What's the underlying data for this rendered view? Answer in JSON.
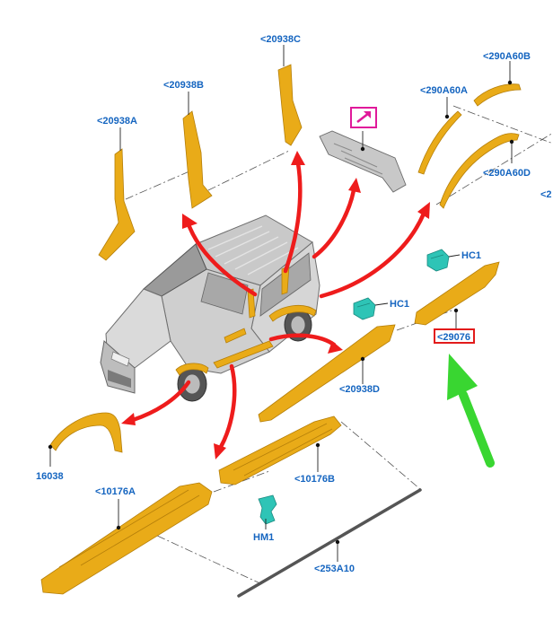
{
  "labels": {
    "a_pillar_lh": "<20938A",
    "a_pillar_b": "<20938B",
    "a_pillar_c": "<20938C",
    "moulding_29076": "<29076",
    "arch_a": "<290A60A",
    "arch_b": "<290A60B",
    "arch_d": "<290A60D",
    "clip_hc1_upper": "HC1",
    "clip_hc1_lower": "HC1",
    "moulding_d": "<20938D",
    "arch_16038": "16038",
    "sill_a": "<10176A",
    "sill_b": "<10176B",
    "clip_hm1": "HM1",
    "strip_253": "<253A10",
    "edge_partial": "<2"
  },
  "colors": {
    "part": "#e9ab18",
    "clip": "#2ec4b6",
    "label": "#1565c0",
    "arrow_red": "#ee1c1c",
    "arrow_green": "#39d631",
    "highlight_box": "#e21b1b",
    "link_icon": "#e0199a"
  },
  "icons": {
    "link": "external-link-icon",
    "pointer": "green-arrow-icon"
  }
}
